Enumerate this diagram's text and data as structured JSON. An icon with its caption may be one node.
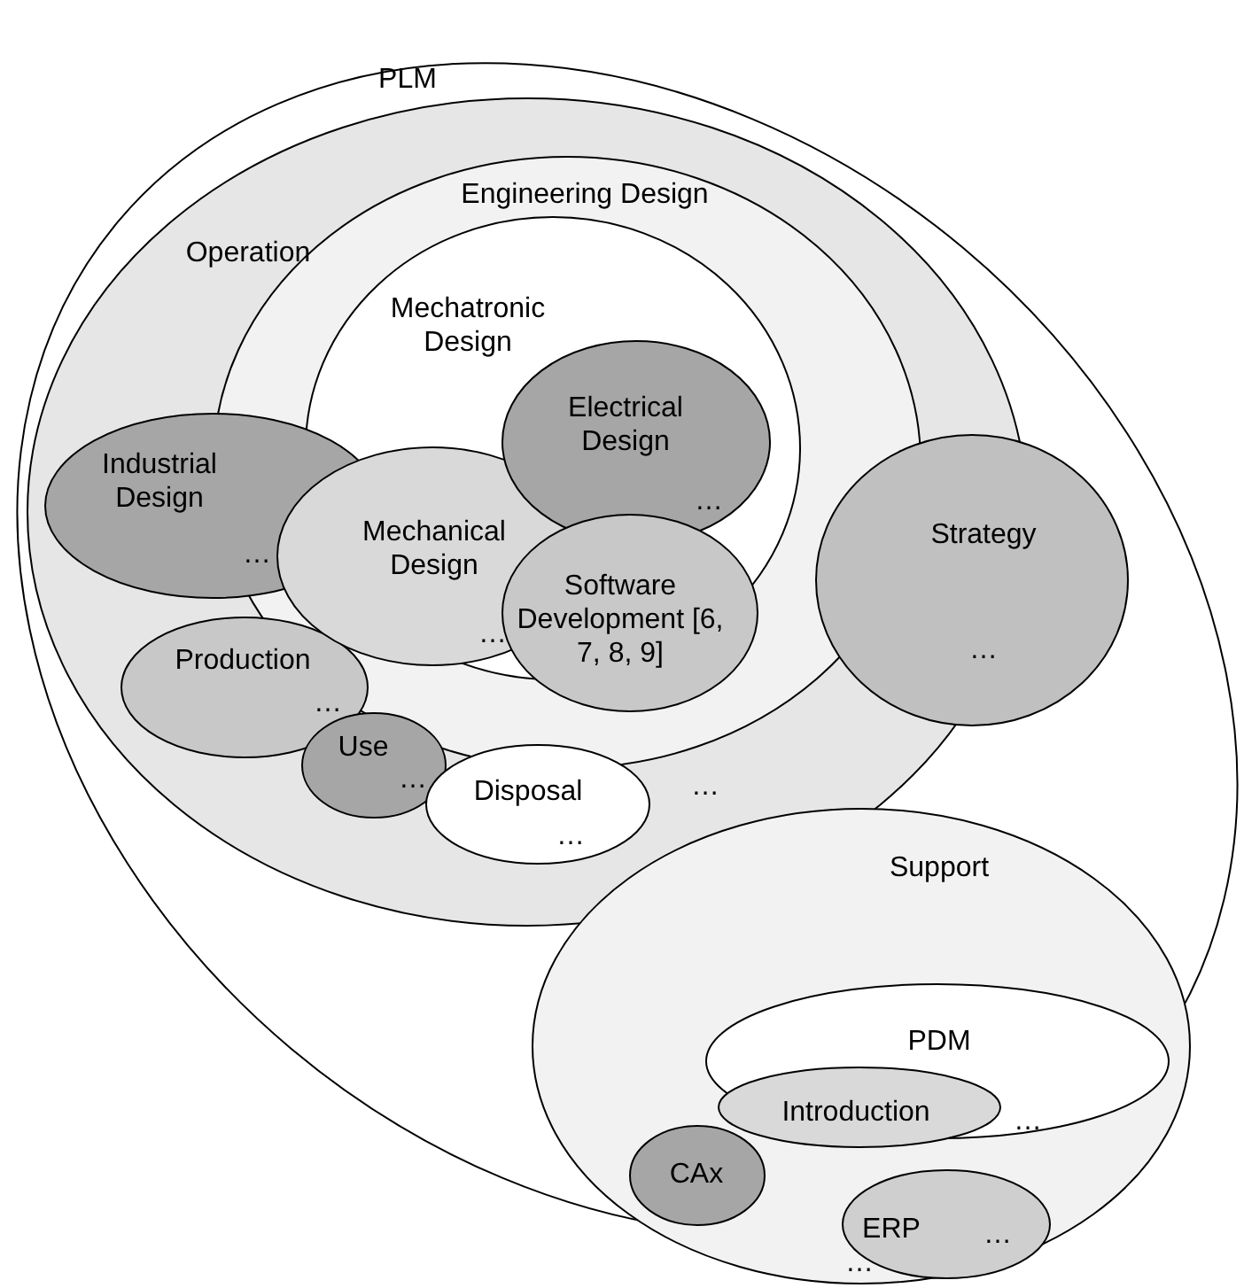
{
  "diagram": {
    "nodes": [
      {
        "text": [
          "PLM"
        ]
      },
      {
        "text": [
          "Operation",
          "…"
        ],
        "in": 0
      },
      {
        "text": [
          "Engineering Design"
        ],
        "in": 1
      },
      {
        "text": [
          "Mechatronic Design"
        ],
        "in": 2
      },
      {
        "text": [
          "Industrial Design",
          "…"
        ],
        "in": 1
      },
      {
        "text": [
          "Mechanical Design",
          "…"
        ],
        "in": 2
      },
      {
        "text": [
          "Electrical Design",
          "…"
        ],
        "in": 3
      },
      {
        "text": [
          "Software Development [6, 7, 8, 9]"
        ],
        "in": 2
      },
      {
        "text": [
          "Production",
          "…"
        ],
        "in": 1
      },
      {
        "text": [
          "Use",
          "…"
        ],
        "in": 1
      },
      {
        "text": [
          "Disposal",
          "…"
        ],
        "in": 1
      },
      {
        "text": [
          "Strategy",
          "…"
        ],
        "in": 0
      },
      {
        "text": [
          "Support",
          "…"
        ],
        "in": 0
      },
      {
        "text": [
          "PDM",
          "…"
        ],
        "in": 12
      },
      {
        "text": [
          "Introduction"
        ],
        "in": 13
      },
      {
        "text": [
          "CAx"
        ],
        "in": 12
      },
      {
        "text": [
          "ERP",
          "…"
        ],
        "in": 12
      }
    ]
  }
}
